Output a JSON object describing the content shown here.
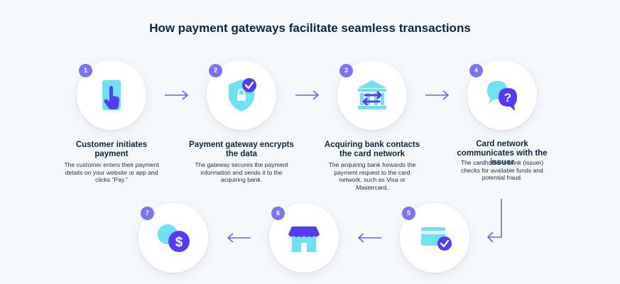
{
  "title": "How payment gateways facilitate seamless transactions",
  "colors": {
    "accent": "#7a73ff",
    "arrow": "#6c63ff",
    "icon_light": "#6ee1f3",
    "icon_dark": "#533afd",
    "text": "#0a2540"
  },
  "steps": [
    {
      "number": "1",
      "icon": "phone-tap-icon",
      "title": "Customer initiates payment",
      "description": "The customer enters their payment details on your website or app and clicks “Pay.”"
    },
    {
      "number": "2",
      "icon": "shield-lock-icon",
      "title": "Payment gateway encrypts the data",
      "description": "The gateway secures the payment information and sends it to the acquiring bank."
    },
    {
      "number": "3",
      "icon": "bank-transfer-icon",
      "title": "Acquiring bank contacts the card network",
      "description": "The acquiring bank forwards the payment request to the card network, such as Visa or Mastercard."
    },
    {
      "number": "4",
      "icon": "chat-question-icon",
      "title": "Card network communicates with the issuer",
      "description": "The cardholder’s bank (issuer) checks for available funds and potential fraud."
    },
    {
      "number": "5",
      "icon": "card-check-icon",
      "title": "",
      "description": ""
    },
    {
      "number": "6",
      "icon": "storefront-icon",
      "title": "",
      "description": ""
    },
    {
      "number": "7",
      "icon": "coin-dollar-icon",
      "title": "",
      "description": ""
    }
  ]
}
